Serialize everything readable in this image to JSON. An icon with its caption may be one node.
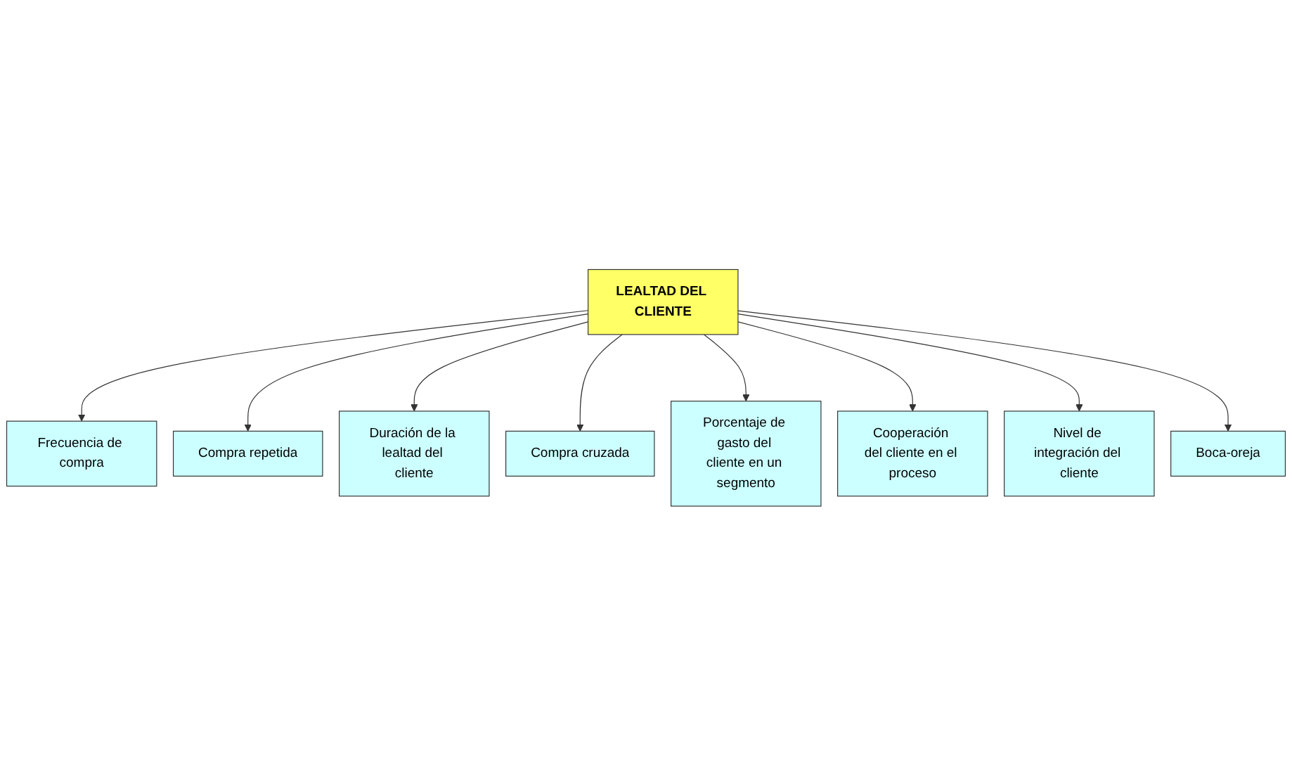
{
  "diagram": {
    "nodes": [
      {
        "text": [
          "LEALTAD DEL CLIENTE"
        ]
      },
      {
        "text": [
          "Frecuencia de compra"
        ]
      },
      {
        "text": [
          "Compra repetida"
        ]
      },
      {
        "text": [
          "Duración de la lealtad del cliente"
        ]
      },
      {
        "text": [
          "Compra cruzada"
        ]
      },
      {
        "text": [
          "Porcentaje de gasto del cliente en un segmento"
        ]
      },
      {
        "text": [
          "Cooperación del cliente en el proceso"
        ]
      },
      {
        "text": [
          "Nivel de integración del cliente"
        ]
      },
      {
        "text": [
          "Boca-oreja"
        ]
      }
    ],
    "edges": [
      {
        "from": 0,
        "to": 1,
        "arrow": "to"
      },
      {
        "from": 0,
        "to": 2,
        "arrow": "to"
      },
      {
        "from": 0,
        "to": 3,
        "arrow": "to"
      },
      {
        "from": 0,
        "to": 4,
        "arrow": "to"
      },
      {
        "from": 0,
        "to": 5,
        "arrow": "to"
      },
      {
        "from": 0,
        "to": 6,
        "arrow": "to"
      },
      {
        "from": 0,
        "to": 7,
        "arrow": "to"
      },
      {
        "from": 0,
        "to": 8,
        "arrow": "to"
      }
    ]
  }
}
